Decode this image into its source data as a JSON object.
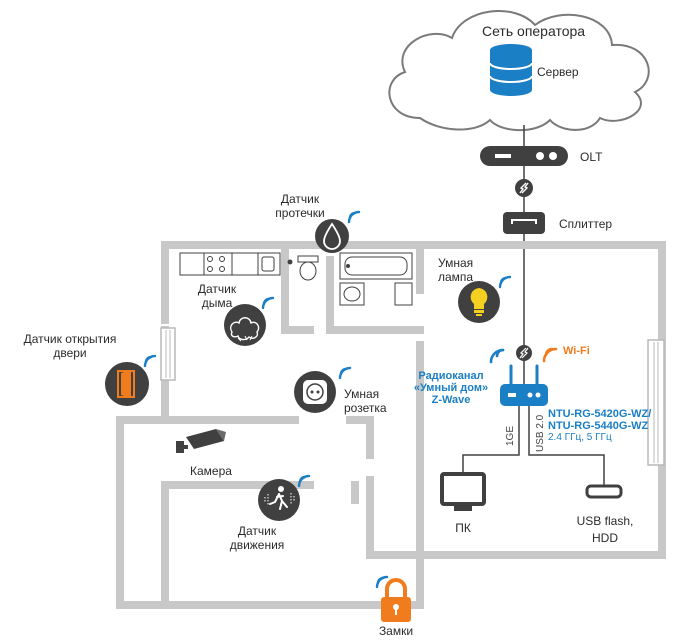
{
  "network": {
    "cloud_label": "Сеть оператора",
    "server_label": "Сервер",
    "olt_label": "OLT",
    "splitter_label": "Сплиттер"
  },
  "router": {
    "wifi_label": "Wi-Fi",
    "radio_label_1": "Радиоканал",
    "radio_label_2": "«Умный дом»",
    "radio_label_3": "Z-Wave",
    "model_line_1": "NTU-RG-5420G-WZ/",
    "model_line_2": "NTU-RG-5440G-WZ",
    "freq_label": "2.4 ГГц, 5 ГГц",
    "port_1ge": "1GE",
    "port_usb": "USB 2.0"
  },
  "devices": {
    "leak_sensor_1": "Датчик",
    "leak_sensor_2": "протечки",
    "smoke_sensor_1": "Датчик",
    "smoke_sensor_2": "дыма",
    "lamp_1": "Умная",
    "lamp_2": "лампа",
    "door_sensor_1": "Датчик открытия",
    "door_sensor_2": "двери",
    "socket_1": "Умная",
    "socket_2": "розетка",
    "camera": "Камера",
    "motion_1": "Датчик",
    "motion_2": "движения",
    "pc": "ПК",
    "usb_1": "USB flash,",
    "usb_2": "HDD",
    "locks": "Замки"
  },
  "colors": {
    "dark": "#404040",
    "wall": "#c8c8c8",
    "blue": "#1a7fc4",
    "orange": "#f07c1e",
    "lamp": "#f5d020"
  }
}
